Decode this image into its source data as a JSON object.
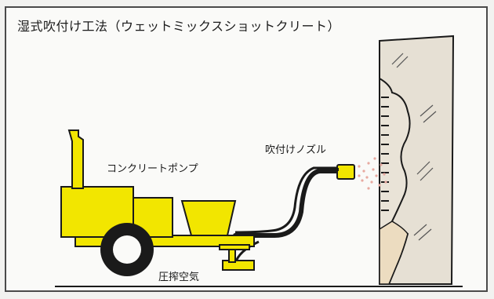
{
  "diagram": {
    "title": "湿式吹付け工法（ウェットミックスショットクリート）",
    "labels": {
      "pump": "コンクリートポンプ",
      "nozzle": "吹付けノズル",
      "compressed_air": "圧搾空気"
    }
  },
  "colors": {
    "machine_yellow": "#f2e600",
    "outline": "#1a1a1a",
    "wall_fill": "#e6e0d4",
    "rock_fill": "#ecdcc0",
    "spray": "#e8a9a0",
    "frame": "#4a4a4a"
  }
}
